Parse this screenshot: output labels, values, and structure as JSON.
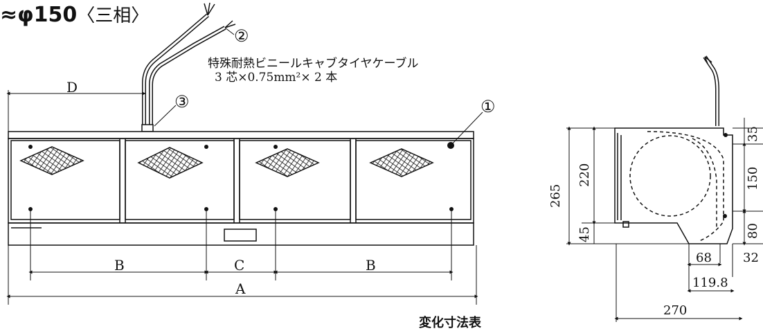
{
  "title": {
    "main": "φ150",
    "sub": "〈三相〉",
    "prefix": "≈"
  },
  "cable_note": {
    "line1": "特殊耐熱ビニールキャブタイヤケーブル",
    "line2": "3 芯×0.75mm²× 2 本"
  },
  "callouts": {
    "c1": "①",
    "c2": "②",
    "c3": "③"
  },
  "front_dims": {
    "A": "A",
    "B1": "B",
    "B2": "B",
    "C": "C",
    "D": "D"
  },
  "side_dims": {
    "d265": "265",
    "d220": "220",
    "d45": "45",
    "d35": "35",
    "d150": "150",
    "d80": "80",
    "d68": "68",
    "d32": "32",
    "d119_8": "119.8",
    "d270": "270"
  },
  "footer": "変化寸法表"
}
